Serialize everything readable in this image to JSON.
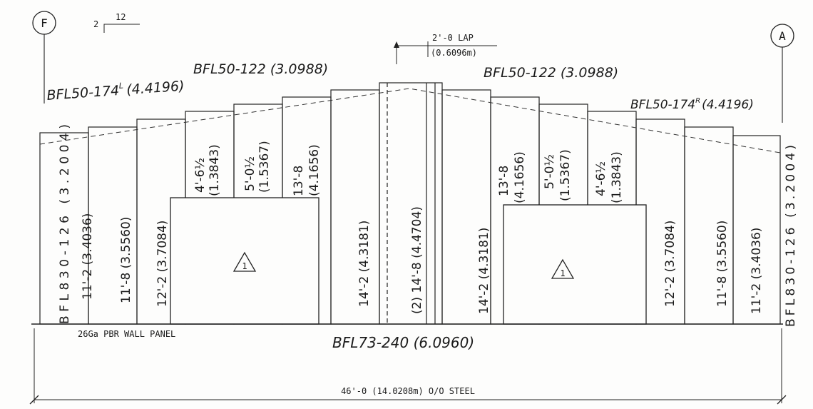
{
  "gridlines": {
    "left": "F",
    "right": "A"
  },
  "roof_pitch": {
    "rise": "2",
    "run": "12"
  },
  "lap_note": {
    "line1": "2'-0 LAP",
    "line2": "(0.6096m)"
  },
  "labels": {
    "rake_trim_left_outer": "BFL50-174",
    "rake_trim_left_outer_suffix": "L",
    "rake_trim_left_outer_len": "(4.4196)",
    "rake_trim_left_inner": "BFL50-122 (3.0988)",
    "rake_trim_right_inner": "BFL50-122 (3.0988)",
    "rake_trim_right_outer": "BFL50-174",
    "rake_trim_right_outer_suffix": "R",
    "rake_trim_right_outer_len": "(4.4196)",
    "corner_trim_left": "BFL830-126 (3.2004)",
    "corner_trim_right": "BFL830-126 (3.2004)",
    "base_trim": "BFL73-240 (6.0960)",
    "panel_note": "26Ga PBR WALL PANEL",
    "overall_dimension": "46'-0 (14.0208m) O/O STEEL"
  },
  "panels_left": [
    {
      "text": "11'-2 (3.4036)"
    },
    {
      "text": "11'-8 (3.5560)"
    },
    {
      "text": "12'-2 (3.7084)"
    },
    {
      "line1": "4'-6½",
      "line2": "(1.3843)"
    },
    {
      "line1": "5'-0½",
      "line2": "(1.5367)"
    },
    {
      "line1": "13'-8",
      "line2": "(4.1656)"
    },
    {
      "text": "14'-2 (4.3181)"
    }
  ],
  "center_panel": {
    "text": "(2) 14'-8 (4.4704)"
  },
  "panels_right": [
    {
      "text": "14'-2 (4.3181)"
    },
    {
      "line1": "13'-8",
      "line2": "(4.1656)"
    },
    {
      "line1": "5'-0½",
      "line2": "(1.5367)"
    },
    {
      "line1": "4'-6½",
      "line2": "(1.3843)"
    },
    {
      "text": "12'-2 (3.7084)"
    },
    {
      "text": "11'-8 (3.5560)"
    },
    {
      "text": "11'-2 (3.4036)"
    }
  ],
  "openings": [
    {
      "symbol": "1"
    },
    {
      "symbol": "1"
    }
  ]
}
